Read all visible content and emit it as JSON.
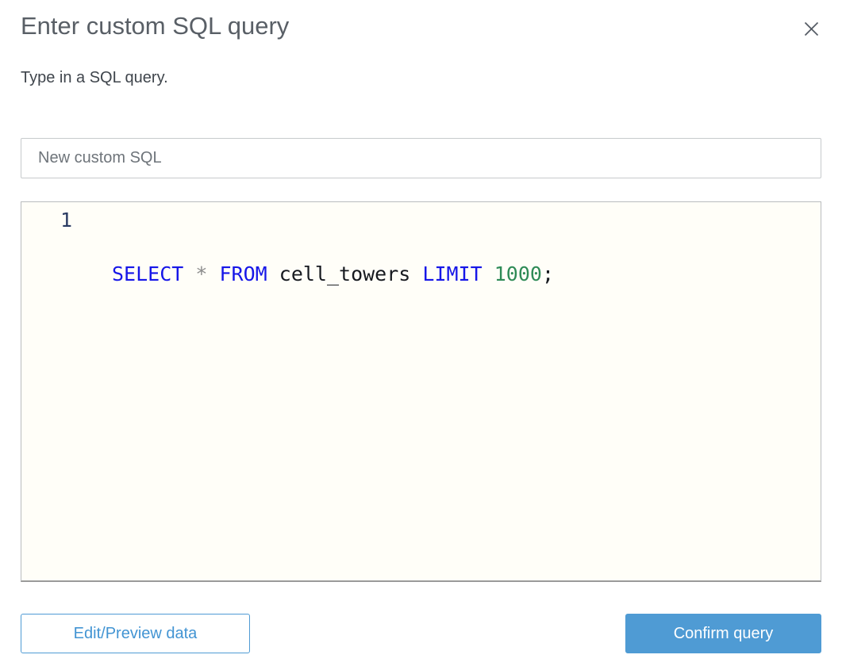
{
  "dialog": {
    "title": "Enter custom SQL query",
    "subtitle": "Type in a SQL query.",
    "close_icon": "close-x"
  },
  "name_input": {
    "value": "New custom SQL"
  },
  "editor": {
    "line_number": "1",
    "query_text": "SELECT * FROM cell_towers LIMIT 1000;",
    "tokens": [
      {
        "text": "SELECT",
        "type": "keyword"
      },
      {
        "text": " ",
        "type": "plain"
      },
      {
        "text": "*",
        "type": "operator"
      },
      {
        "text": " ",
        "type": "plain"
      },
      {
        "text": "FROM",
        "type": "keyword"
      },
      {
        "text": " cell_towers ",
        "type": "plain"
      },
      {
        "text": "LIMIT",
        "type": "keyword"
      },
      {
        "text": " ",
        "type": "plain"
      },
      {
        "text": "1000",
        "type": "number"
      },
      {
        "text": ";",
        "type": "plain"
      }
    ]
  },
  "buttons": {
    "edit_preview": "Edit/Preview data",
    "confirm": "Confirm query"
  },
  "colors": {
    "accent_blue": "#4f9bd4",
    "title_gray": "#595f66",
    "keyword_blue": "#1616e8",
    "number_green": "#2f8b57",
    "operator_gray": "#8c8c8c",
    "editor_background": "#fffef8",
    "line_number_navy": "#2a3b63"
  }
}
